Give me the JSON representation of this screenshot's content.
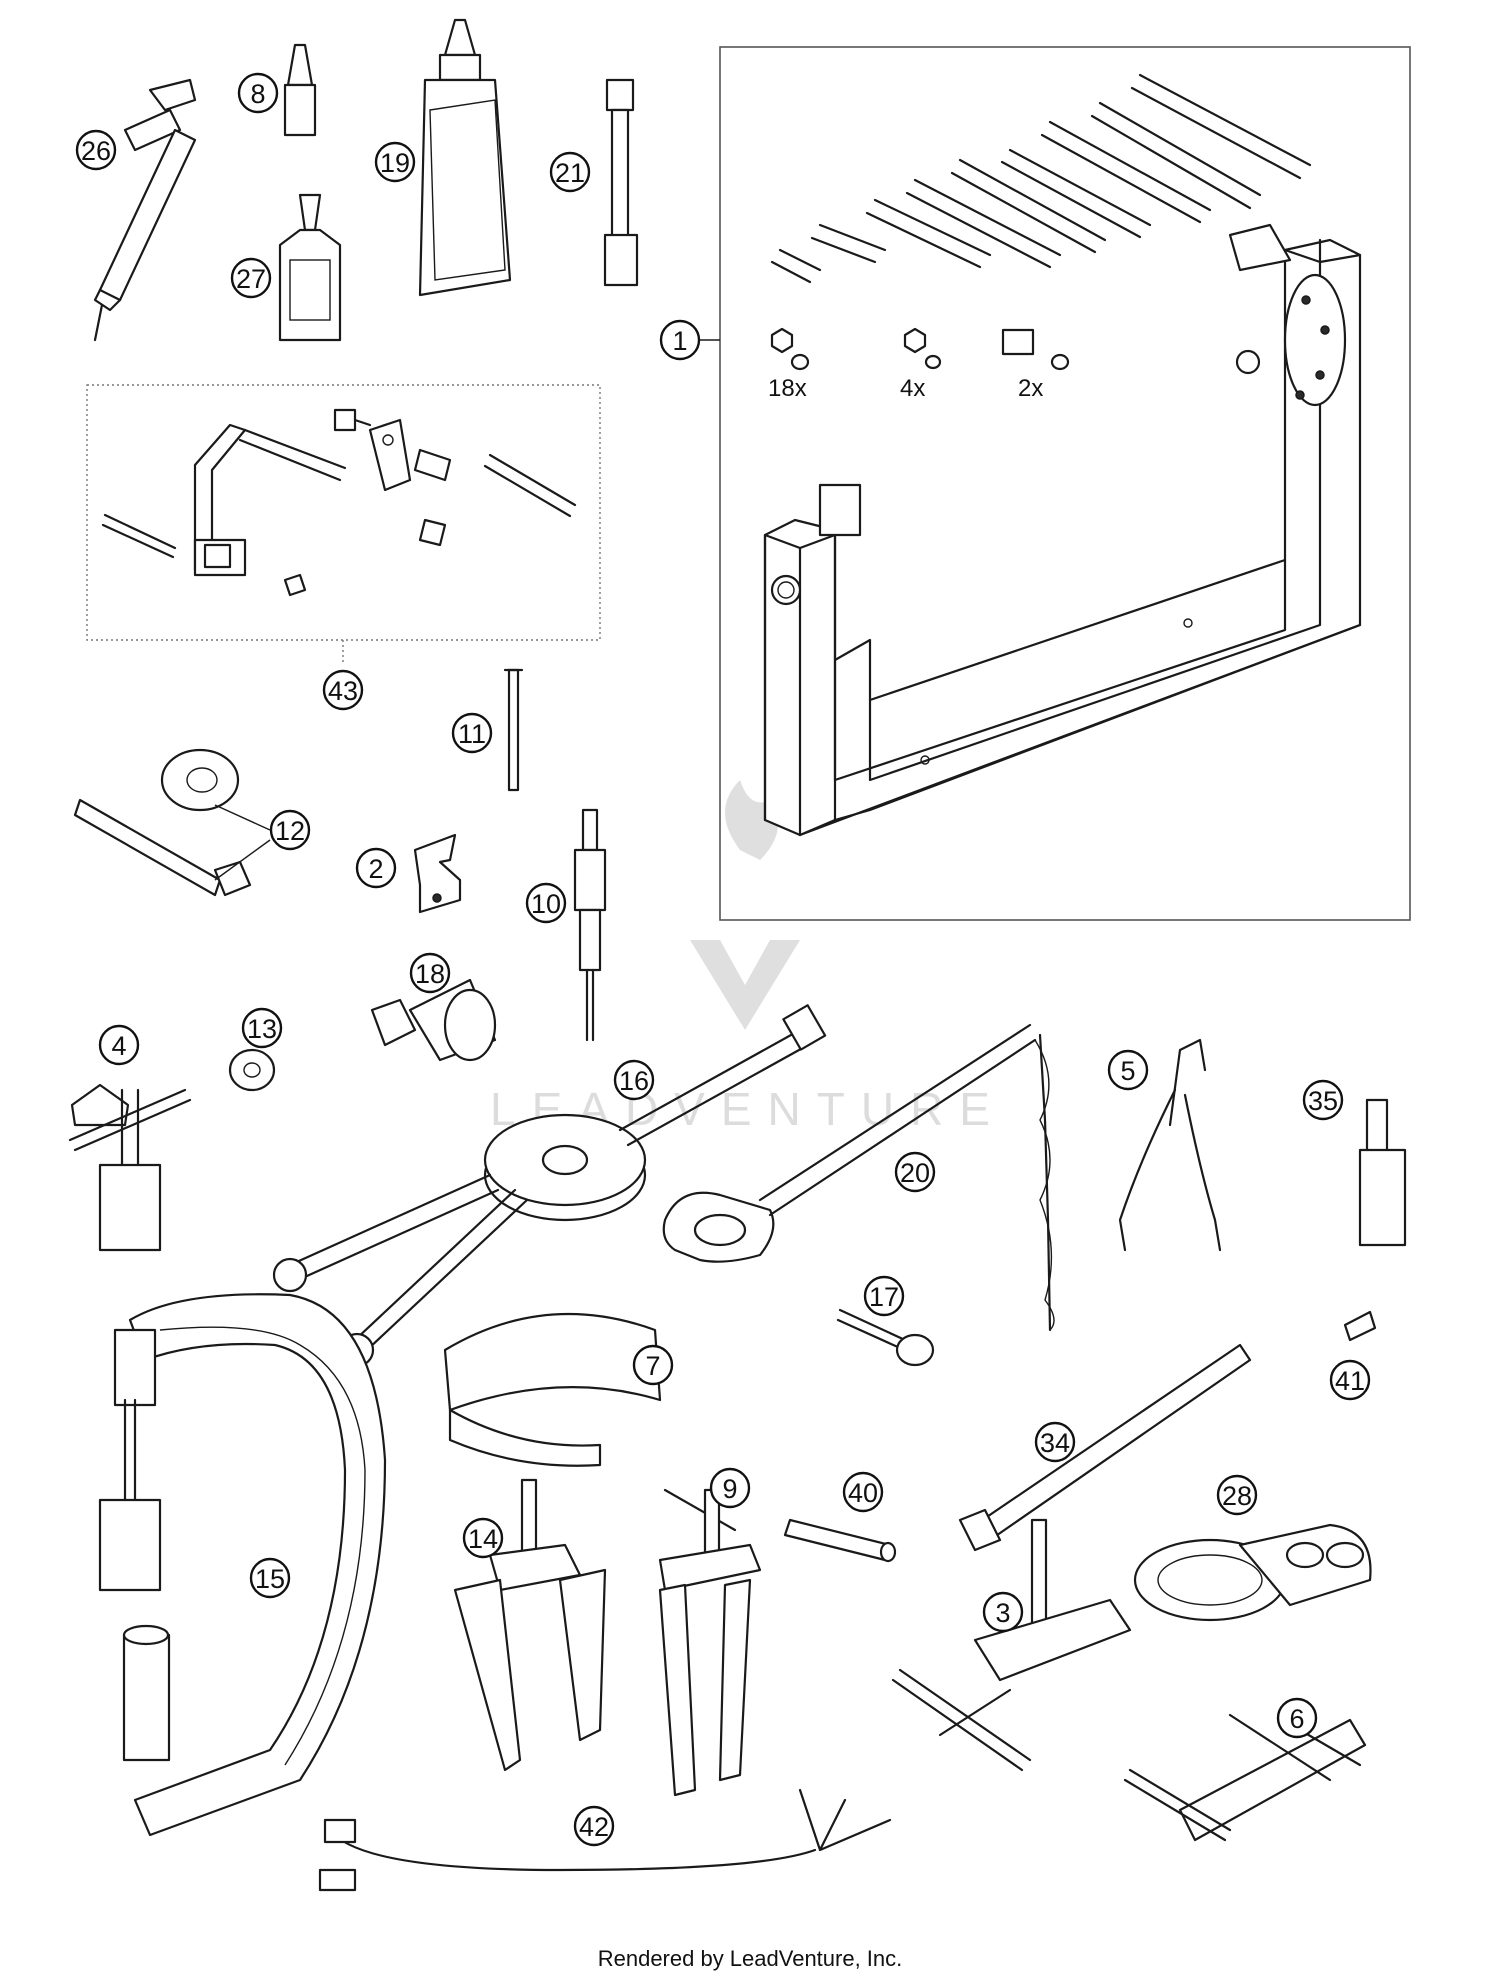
{
  "callouts": [
    {
      "id": "c26",
      "label": "26"
    },
    {
      "id": "c8",
      "label": "8"
    },
    {
      "id": "c19",
      "label": "19"
    },
    {
      "id": "c21",
      "label": "21"
    },
    {
      "id": "c27",
      "label": "27"
    },
    {
      "id": "c1",
      "label": "1"
    },
    {
      "id": "c43",
      "label": "43"
    },
    {
      "id": "c11",
      "label": "11"
    },
    {
      "id": "c12",
      "label": "12"
    },
    {
      "id": "c2",
      "label": "2"
    },
    {
      "id": "c10",
      "label": "10"
    },
    {
      "id": "c4",
      "label": "4"
    },
    {
      "id": "c13",
      "label": "13"
    },
    {
      "id": "c18",
      "label": "18"
    },
    {
      "id": "c16",
      "label": "16"
    },
    {
      "id": "c20",
      "label": "20"
    },
    {
      "id": "c5",
      "label": "5"
    },
    {
      "id": "c35",
      "label": "35"
    },
    {
      "id": "c17",
      "label": "17"
    },
    {
      "id": "c7",
      "label": "7"
    },
    {
      "id": "c34",
      "label": "34"
    },
    {
      "id": "c41",
      "label": "41"
    },
    {
      "id": "c15",
      "label": "15"
    },
    {
      "id": "c14",
      "label": "14"
    },
    {
      "id": "c9",
      "label": "9"
    },
    {
      "id": "c40",
      "label": "40"
    },
    {
      "id": "c28",
      "label": "28"
    },
    {
      "id": "c3",
      "label": "3"
    },
    {
      "id": "c6",
      "label": "6"
    },
    {
      "id": "c42",
      "label": "42"
    }
  ],
  "quantities": {
    "q18": "18x",
    "q4": "4x",
    "q2": "2x"
  },
  "watermark": "LEADVENTURE",
  "footer": "Rendered by LeadVenture, Inc."
}
